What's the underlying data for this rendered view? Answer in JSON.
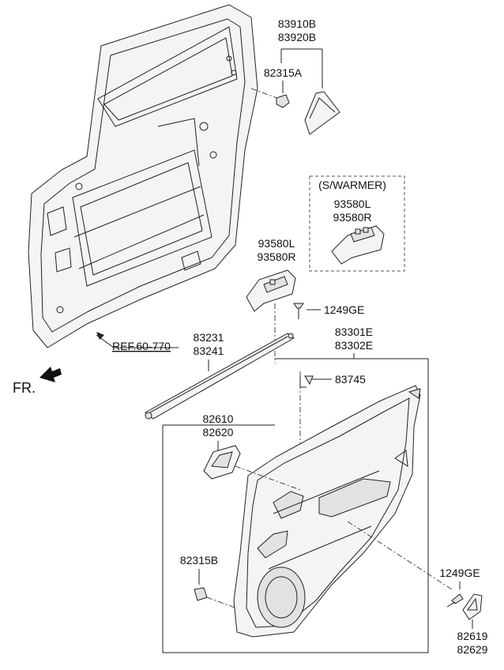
{
  "labels": {
    "p83910b": "83910B",
    "p83920b": "83920B",
    "p82315a": "82315A",
    "swarmer": "(S/WARMER)",
    "p93580l_a": "93580L",
    "p93580r_a": "93580R",
    "p93580l_b": "93580L",
    "p93580r_b": "93580R",
    "p1249ge_a": "1249GE",
    "p83231": "83231",
    "p83241": "83241",
    "p83301e": "83301E",
    "p83302e": "83302E",
    "p83745": "83745",
    "ref": "REF.60-770",
    "fr": "FR.",
    "p82610": "82610",
    "p82620": "82620",
    "p82315b": "82315B",
    "p1249ge_b": "1249GE",
    "p82619": "82619",
    "p82629": "82629"
  },
  "icons": {
    "front_arrow": "front-direction-arrow-icon"
  }
}
